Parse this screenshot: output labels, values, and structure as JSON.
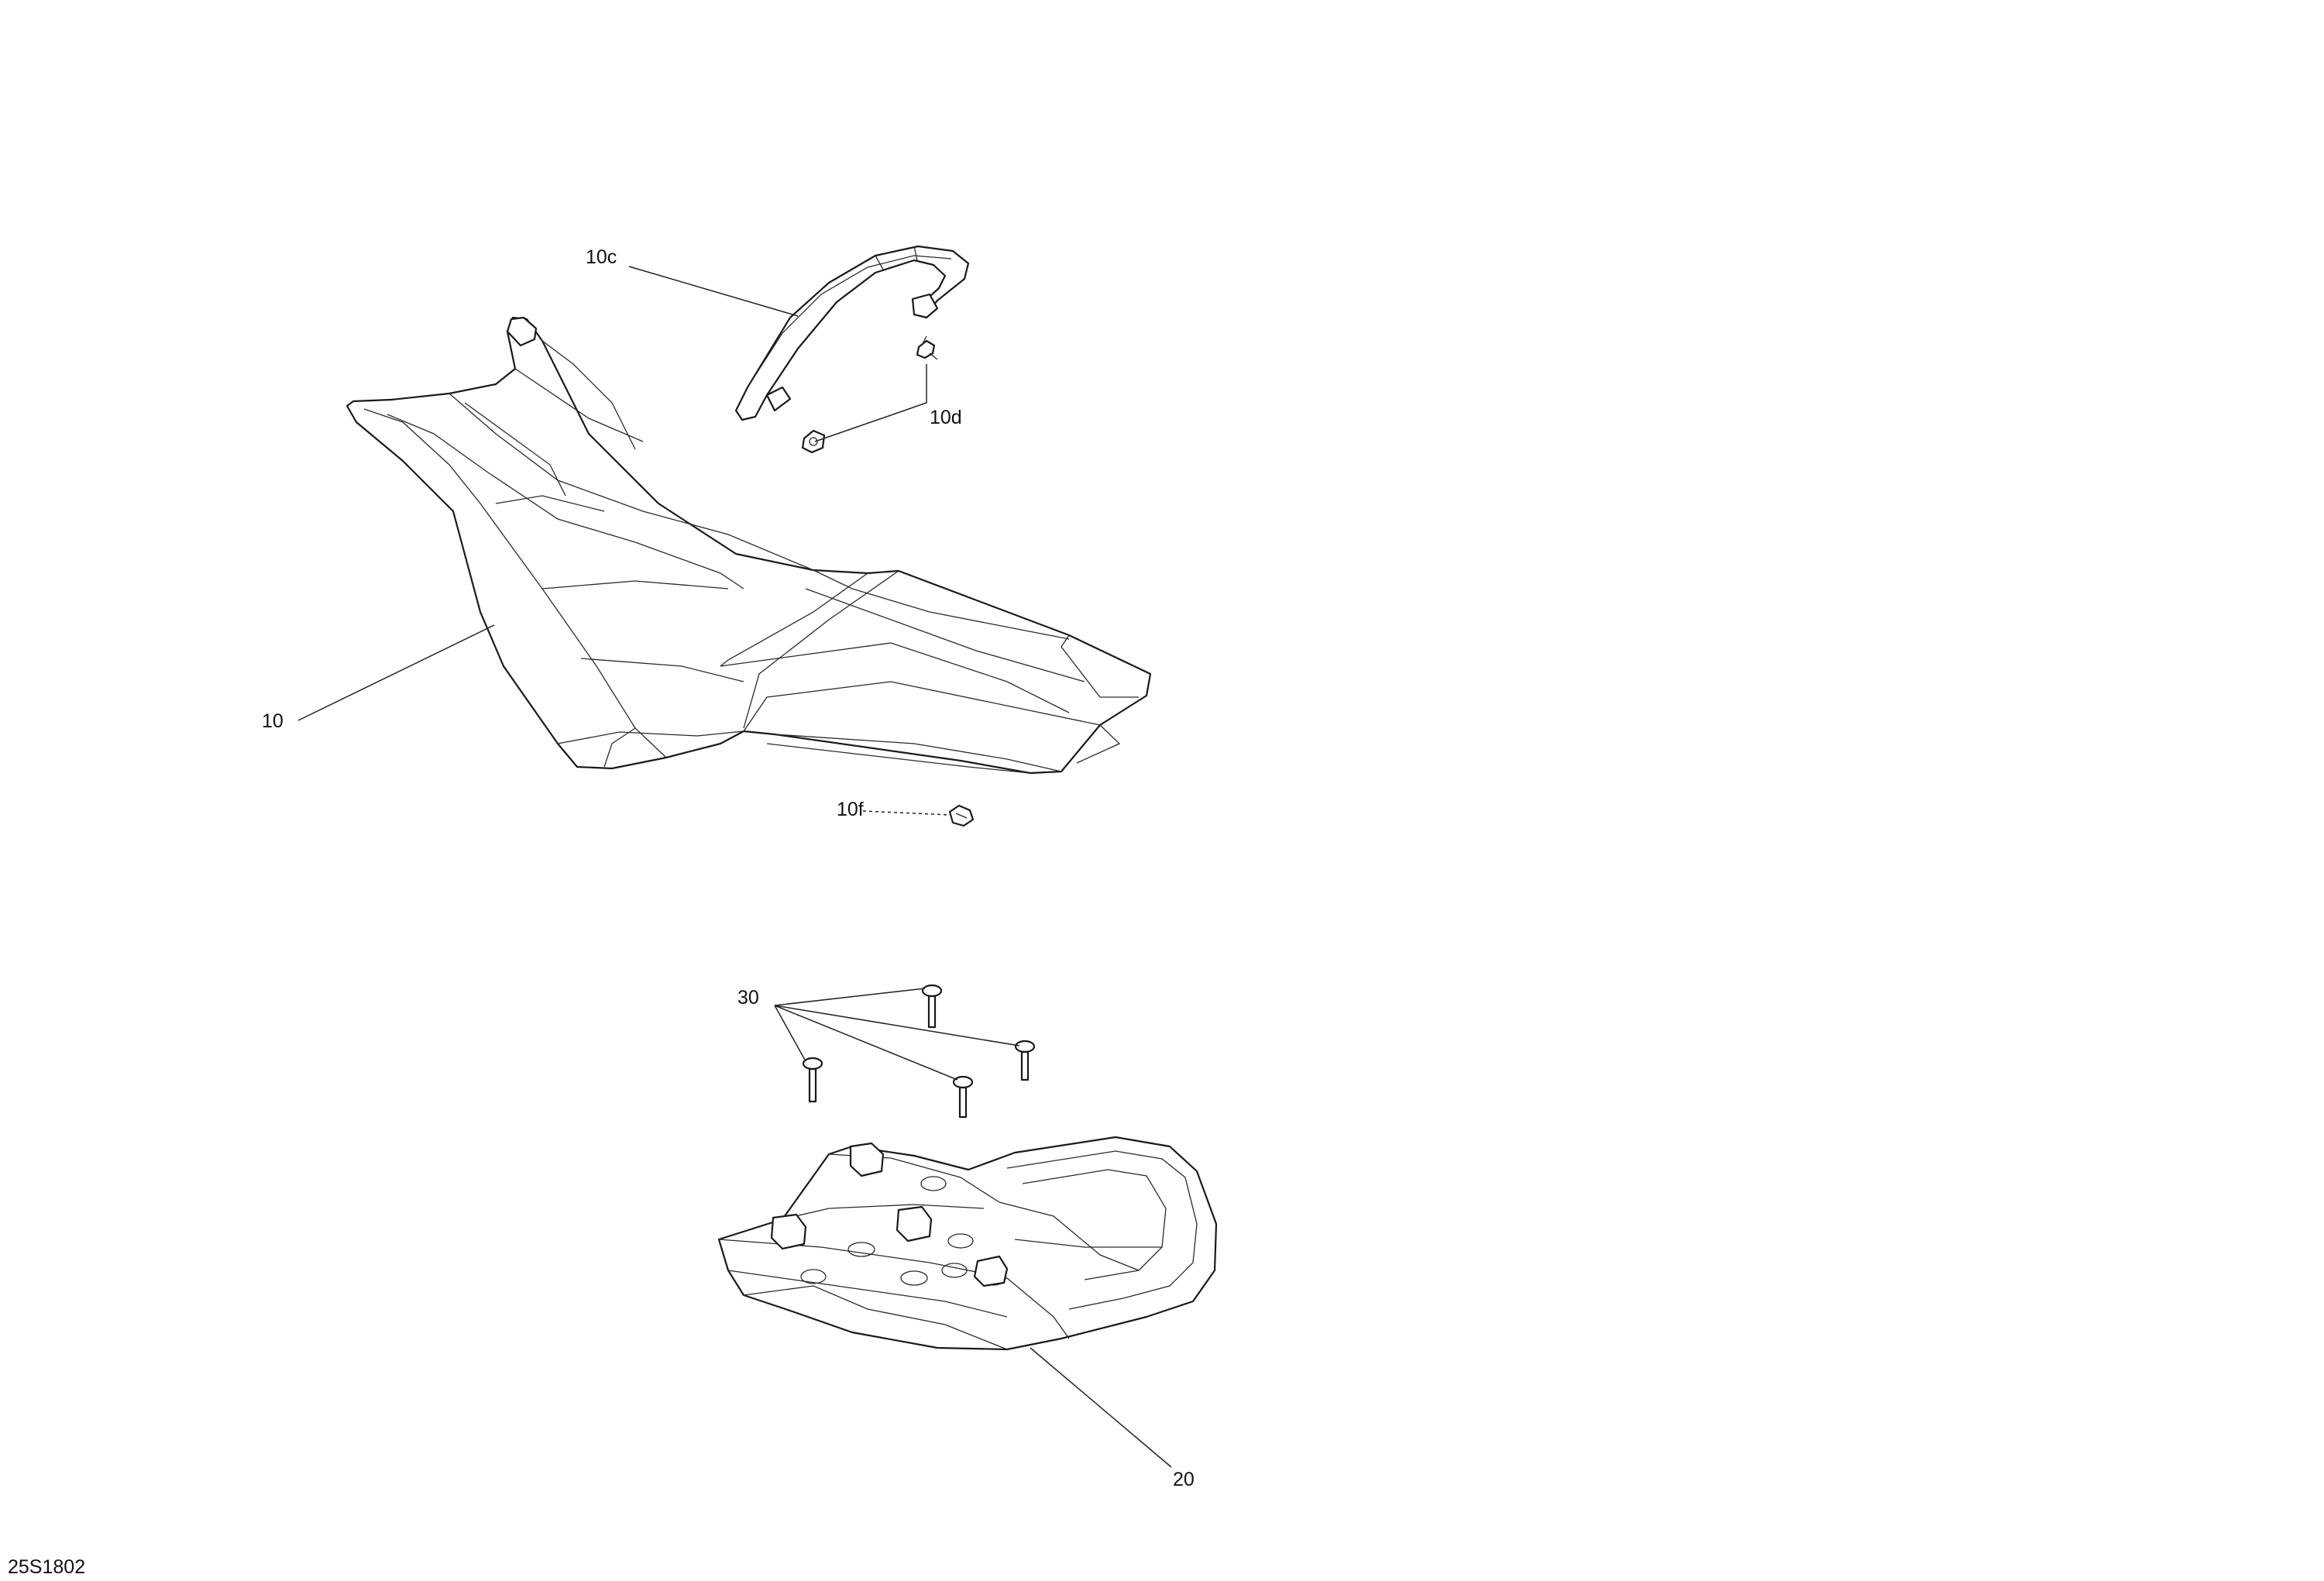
{
  "diagram": {
    "drawing_code": "25S1802",
    "callouts": {
      "seat": "10",
      "strap": "10c",
      "strap_fastener": "10d",
      "clip": "10f",
      "bracket": "20",
      "screws": "30"
    }
  }
}
